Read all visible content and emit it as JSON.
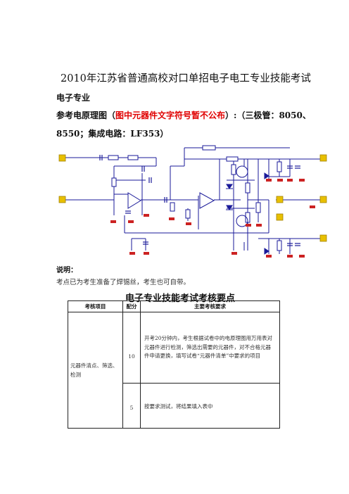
{
  "document": {
    "title": "2010年江苏省普通高校对口单招电子电工专业技能考试",
    "section_heading": "电子专业",
    "reference": {
      "prefix": "参考电原理图（",
      "red_note": "图中元器件文字符号暂不公布",
      "suffix": "）:（三极管：8050、",
      "line2": "8550；集成电路：LF353）"
    },
    "note_label": "说明：",
    "note_text": "考点已为考生准备了焊锡丝，考生也可自带。"
  },
  "table": {
    "title": "电子专业技能考试考核要点",
    "headers": [
      "考核项目",
      "配分",
      "主要考核要求"
    ],
    "item_name": "元器件清点、筛选、检测",
    "rows": [
      {
        "score": "10",
        "requirement": "开考20分钟内，考生根据试卷中的电原理图用万用表对元器件进行检测，筛选出需要的元器件，对不合格元器件申请更换，填写试卷“元器件清单”中要求的项目"
      },
      {
        "score": "5",
        "requirement": "按要求测试，将结果填入表中"
      }
    ]
  },
  "colors": {
    "red_text": "#e00000",
    "wire": "#1a1a99",
    "component": "#cc2222",
    "terminal": "#e8c000"
  }
}
